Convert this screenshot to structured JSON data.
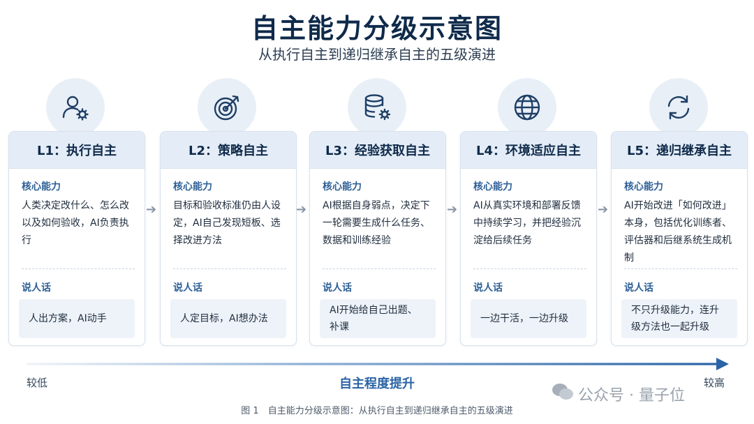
{
  "title": "自主能力分级示意图",
  "subtitle": "从执行自主到递归继承自主的五级演进",
  "levels": [
    {
      "icon": "user-gear-icon",
      "heading": "L1：执行自主",
      "core_label": "核心能力",
      "core_text": "人类决定改什么、怎么改以及如何验收，AI负责执行",
      "speak_label": "说人话",
      "speak_text": "人出方案，AI动手"
    },
    {
      "icon": "target-icon",
      "heading": "L2：策略自主",
      "core_label": "核心能力",
      "core_text": "目标和验收标准仍由人设定，AI自己发现短板、选择改进方法",
      "speak_label": "说人话",
      "speak_text": "人定目标，AI想办法"
    },
    {
      "icon": "database-gear-icon",
      "heading": "L3：经验获取自主",
      "core_label": "核心能力",
      "core_text": "AI根据自身弱点，决定下一轮需要生成什么任务、数据和训练经验",
      "speak_label": "说人话",
      "speak_text": "AI开始给自己出题、补课"
    },
    {
      "icon": "globe-icon",
      "heading": "L4：环境适应自主",
      "core_label": "核心能力",
      "core_text": "AI从真实环境和部署反馈中持续学习，并把经验沉淀给后续任务",
      "speak_label": "说人话",
      "speak_text": "一边干活，一边升级"
    },
    {
      "icon": "cycle-icon",
      "heading": "L5：递归继承自主",
      "core_label": "核心能力",
      "core_text": "AI开始改进「如何改进」本身，包括优化训练者、评估器和后继系统生成机制",
      "speak_label": "说人话",
      "speak_text": "不只升级能力，连升级方法也一起升级"
    }
  ],
  "scale": {
    "low": "较低",
    "high": "较高",
    "label": "自主程度提升"
  },
  "caption": "图 1　自主能力分级示意图：从执行自主到递归继承自主的五级演进",
  "watermark": "公众号 · 量子位",
  "colors": {
    "title": "#0f2a4a",
    "accent": "#2a64a6",
    "card_header": "#e4edf7",
    "icon_circle": "#e9eff7"
  }
}
